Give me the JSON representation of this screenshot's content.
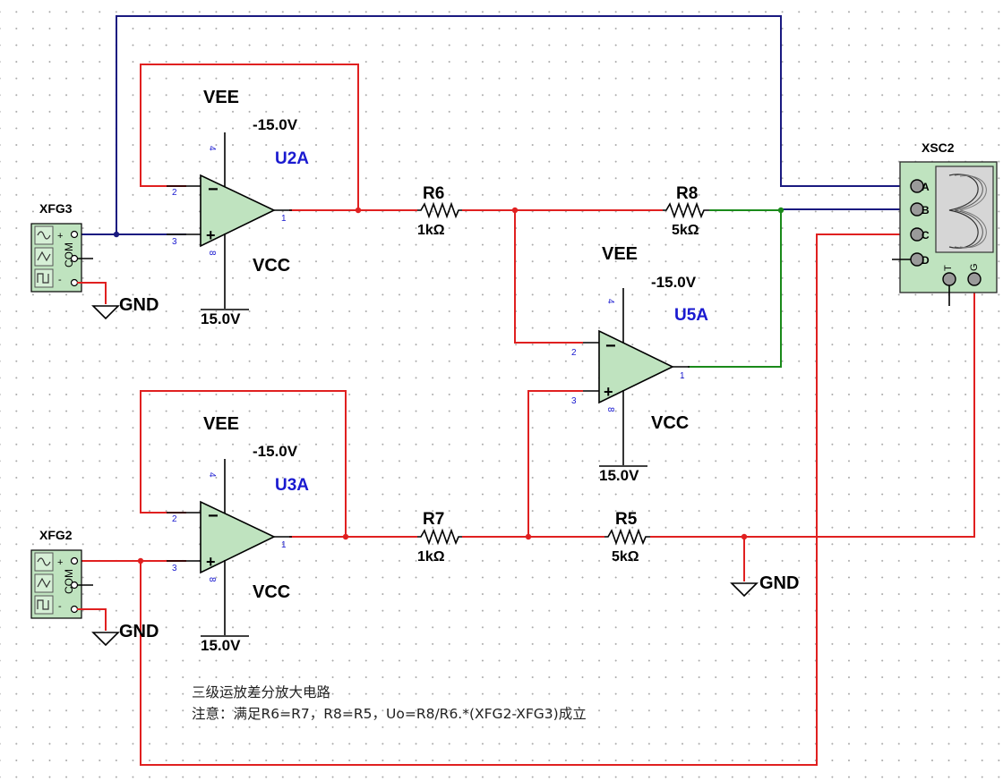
{
  "schematic": {
    "instruments": {
      "xfg3": {
        "ref": "XFG3",
        "terminals": [
          "+",
          "COM",
          "-"
        ]
      },
      "xfg2": {
        "ref": "XFG2",
        "terminals": [
          "+",
          "COM",
          "-"
        ]
      },
      "xsc2": {
        "ref": "XSC2",
        "channels": [
          "A",
          "B",
          "C",
          "D"
        ],
        "trigger": "T",
        "ground": "G"
      }
    },
    "opamps": {
      "u2a": {
        "ref": "U2A",
        "vee_label": "VEE",
        "vee_value": "-15.0V",
        "vcc_label": "VCC",
        "vcc_value": "15.0V",
        "pins": {
          "inv": "2",
          "noninv": "3",
          "out": "1",
          "vneg": "4",
          "vpos": "8"
        }
      },
      "u3a": {
        "ref": "U3A",
        "vee_label": "VEE",
        "vee_value": "-15.0V",
        "vcc_label": "VCC",
        "vcc_value": "15.0V",
        "pins": {
          "inv": "2",
          "noninv": "3",
          "out": "1",
          "vneg": "4",
          "vpos": "8"
        }
      },
      "u5a": {
        "ref": "U5A",
        "vee_label": "VEE",
        "vee_value": "-15.0V",
        "vcc_label": "VCC",
        "vcc_value": "15.0V",
        "pins": {
          "inv": "2",
          "noninv": "3",
          "out": "1",
          "vneg": "4",
          "vpos": "8"
        }
      }
    },
    "resistors": {
      "r6": {
        "ref": "R6",
        "value": "1kΩ"
      },
      "r8": {
        "ref": "R8",
        "value": "5kΩ"
      },
      "r7": {
        "ref": "R7",
        "value": "1kΩ"
      },
      "r5": {
        "ref": "R5",
        "value": "5kΩ"
      }
    },
    "grounds": {
      "label": "GND"
    },
    "colors": {
      "wire_red": "#e02020",
      "wire_blue": "#1a1a80",
      "wire_green": "#1a8a1a",
      "ref_blue": "#1a1ad0",
      "component_green": "#bfe3bf"
    }
  },
  "notes": {
    "title": "三级运放差分放大电路",
    "detail": "注意：满足R6=R7，R8=R5，Uo=R8/R6.*(XFG2-XFG3)成立"
  }
}
